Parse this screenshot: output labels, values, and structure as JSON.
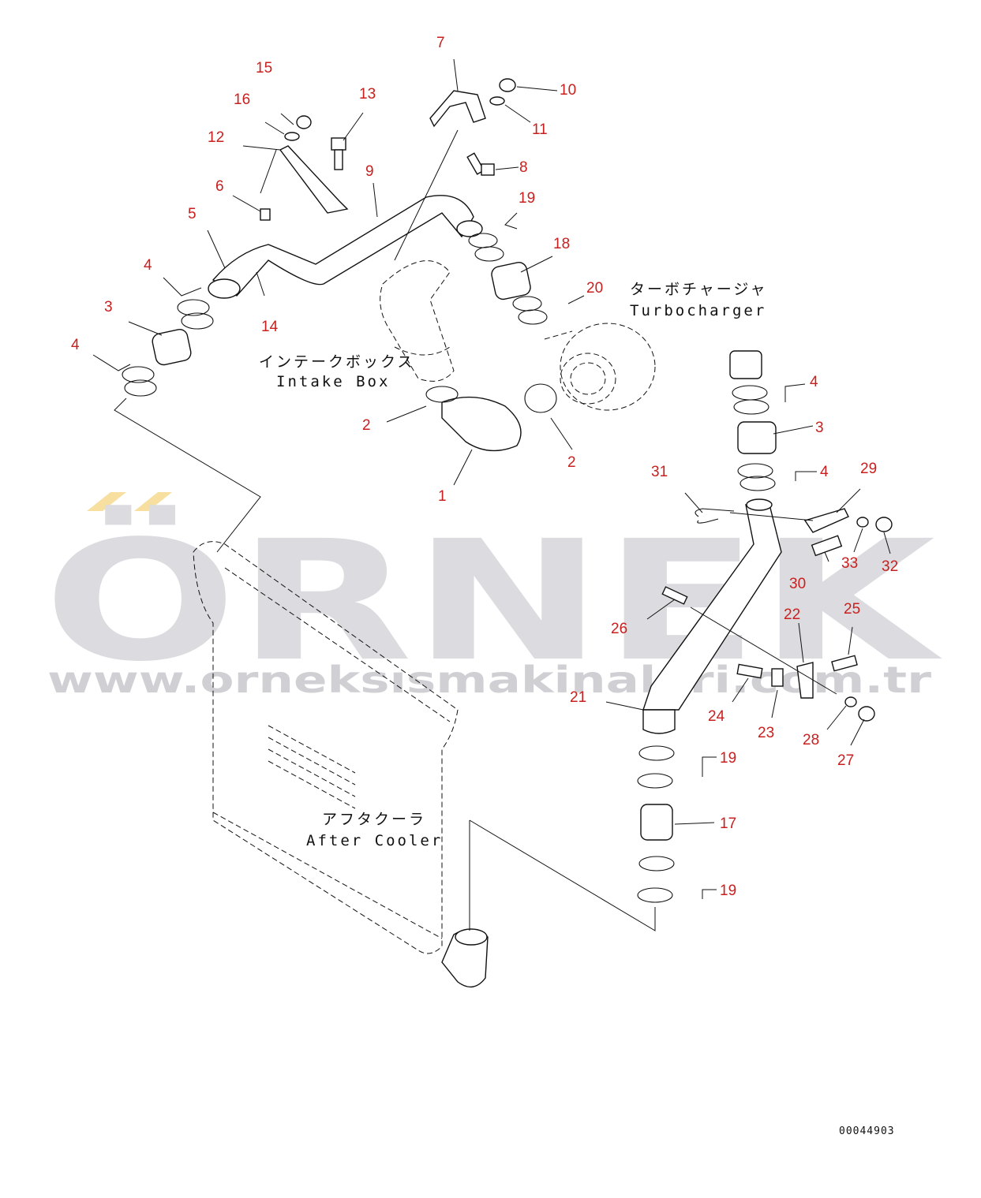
{
  "watermark": {
    "brand": "ÖRNEK",
    "url": "www.orneksısmakinalari.com.tr",
    "brand_color": "#dcdce0",
    "accent_color": "#f7dfa0"
  },
  "component_labels": {
    "intake_box_jp": "インテークボックス",
    "intake_box_en": "Intake Box",
    "turbocharger_jp": "ターボチャージャ",
    "turbocharger_en": "Turbocharger",
    "after_cooler_jp": "アフタクーラ",
    "after_cooler_en": "After Cooler"
  },
  "callouts": [
    "1",
    "2",
    "2",
    "3",
    "3",
    "4",
    "4",
    "4",
    "4",
    "5",
    "6",
    "7",
    "8",
    "9",
    "10",
    "11",
    "12",
    "13",
    "14",
    "15",
    "16",
    "17",
    "18",
    "19",
    "19",
    "19",
    "20",
    "21",
    "22",
    "23",
    "24",
    "25",
    "26",
    "27",
    "28",
    "29",
    "30",
    "31",
    "32",
    "33"
  ],
  "document_number": "00044903",
  "callout_color": "#c8201e"
}
